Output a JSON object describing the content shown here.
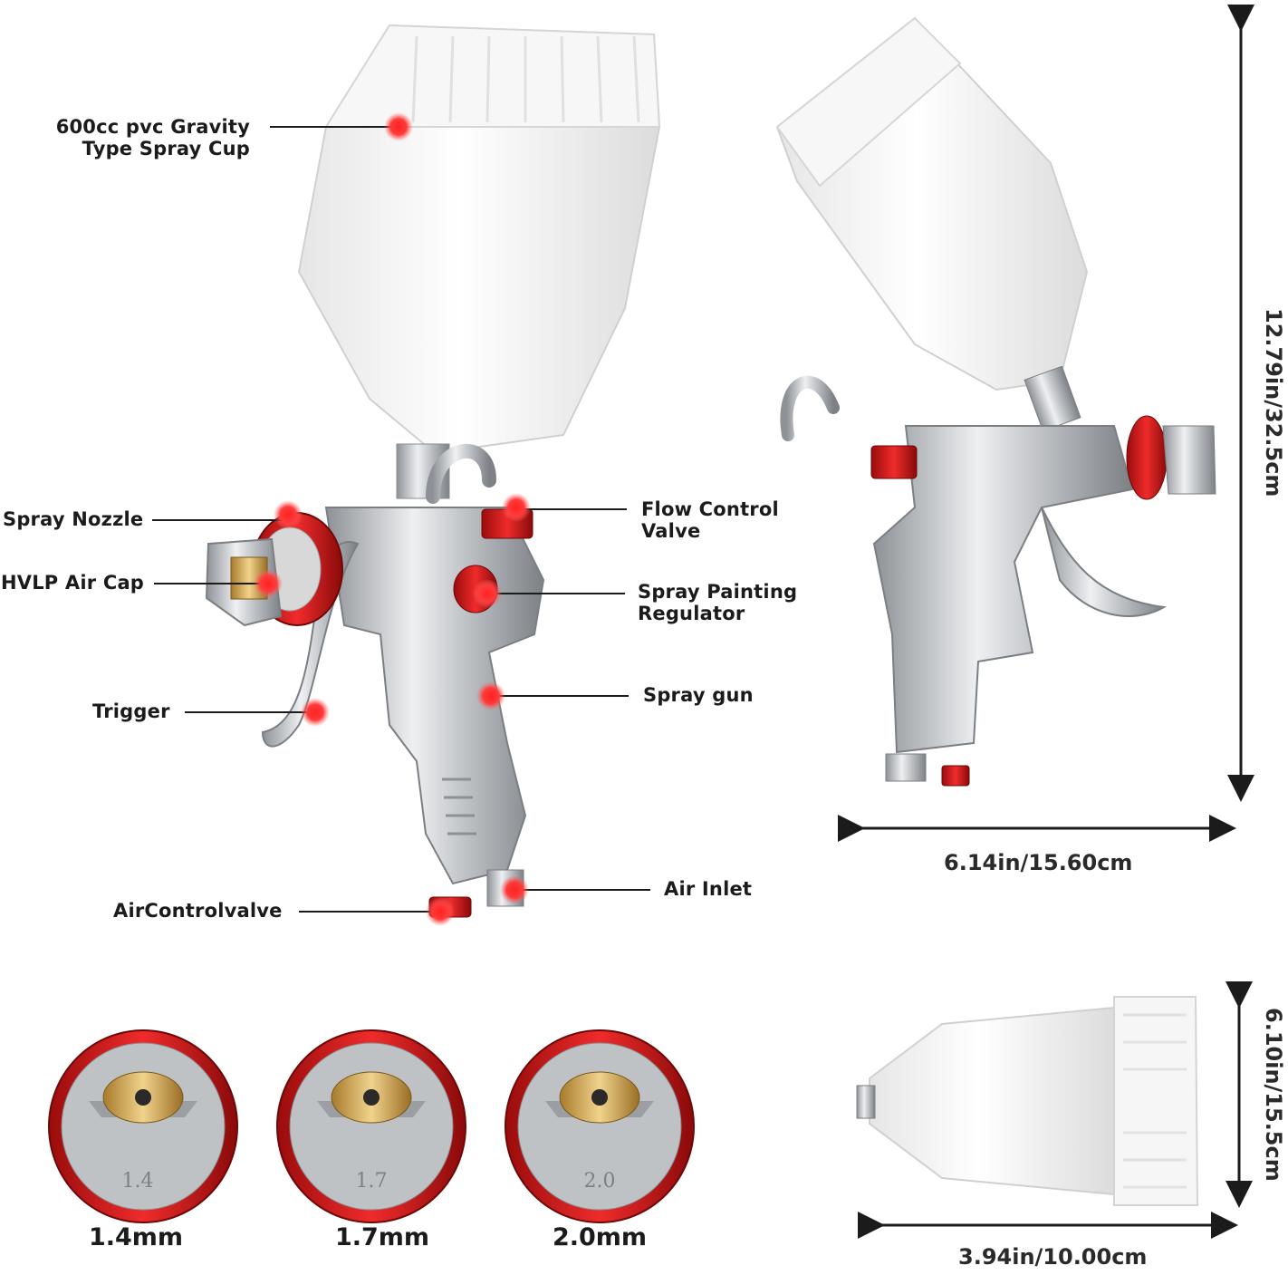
{
  "callouts": {
    "cup": "600cc pvc Gravity\nType Spray Cup",
    "spray_nozzle": "Spray Nozzle",
    "air_cap": "HVLP Air Cap",
    "trigger": "Trigger",
    "air_control_valve": "AirControlvalve",
    "flow_control_valve": "Flow Control\nValve",
    "regulator": "Spray Painting\nRegulator",
    "spray_gun": "Spray gun",
    "air_inlet": "Air Inlet"
  },
  "dimensions": {
    "gun_height": "12.79in/32.5cm",
    "gun_width": "6.14in/15.60cm",
    "cup_height": "6.10in/15.5cm",
    "cup_width": "3.94in/10.00cm"
  },
  "nozzles": [
    {
      "caption": "1.4mm",
      "engraving": "1.4"
    },
    {
      "caption": "1.7mm",
      "engraving": "1.7"
    },
    {
      "caption": "2.0mm",
      "engraving": "2.0"
    }
  ],
  "colors": {
    "accent_red": "#e02020",
    "marker_red": "#ff2a2a",
    "chrome": "#c9cbce",
    "cup_white": "#f4f4f4",
    "brass": "#d8b060"
  }
}
